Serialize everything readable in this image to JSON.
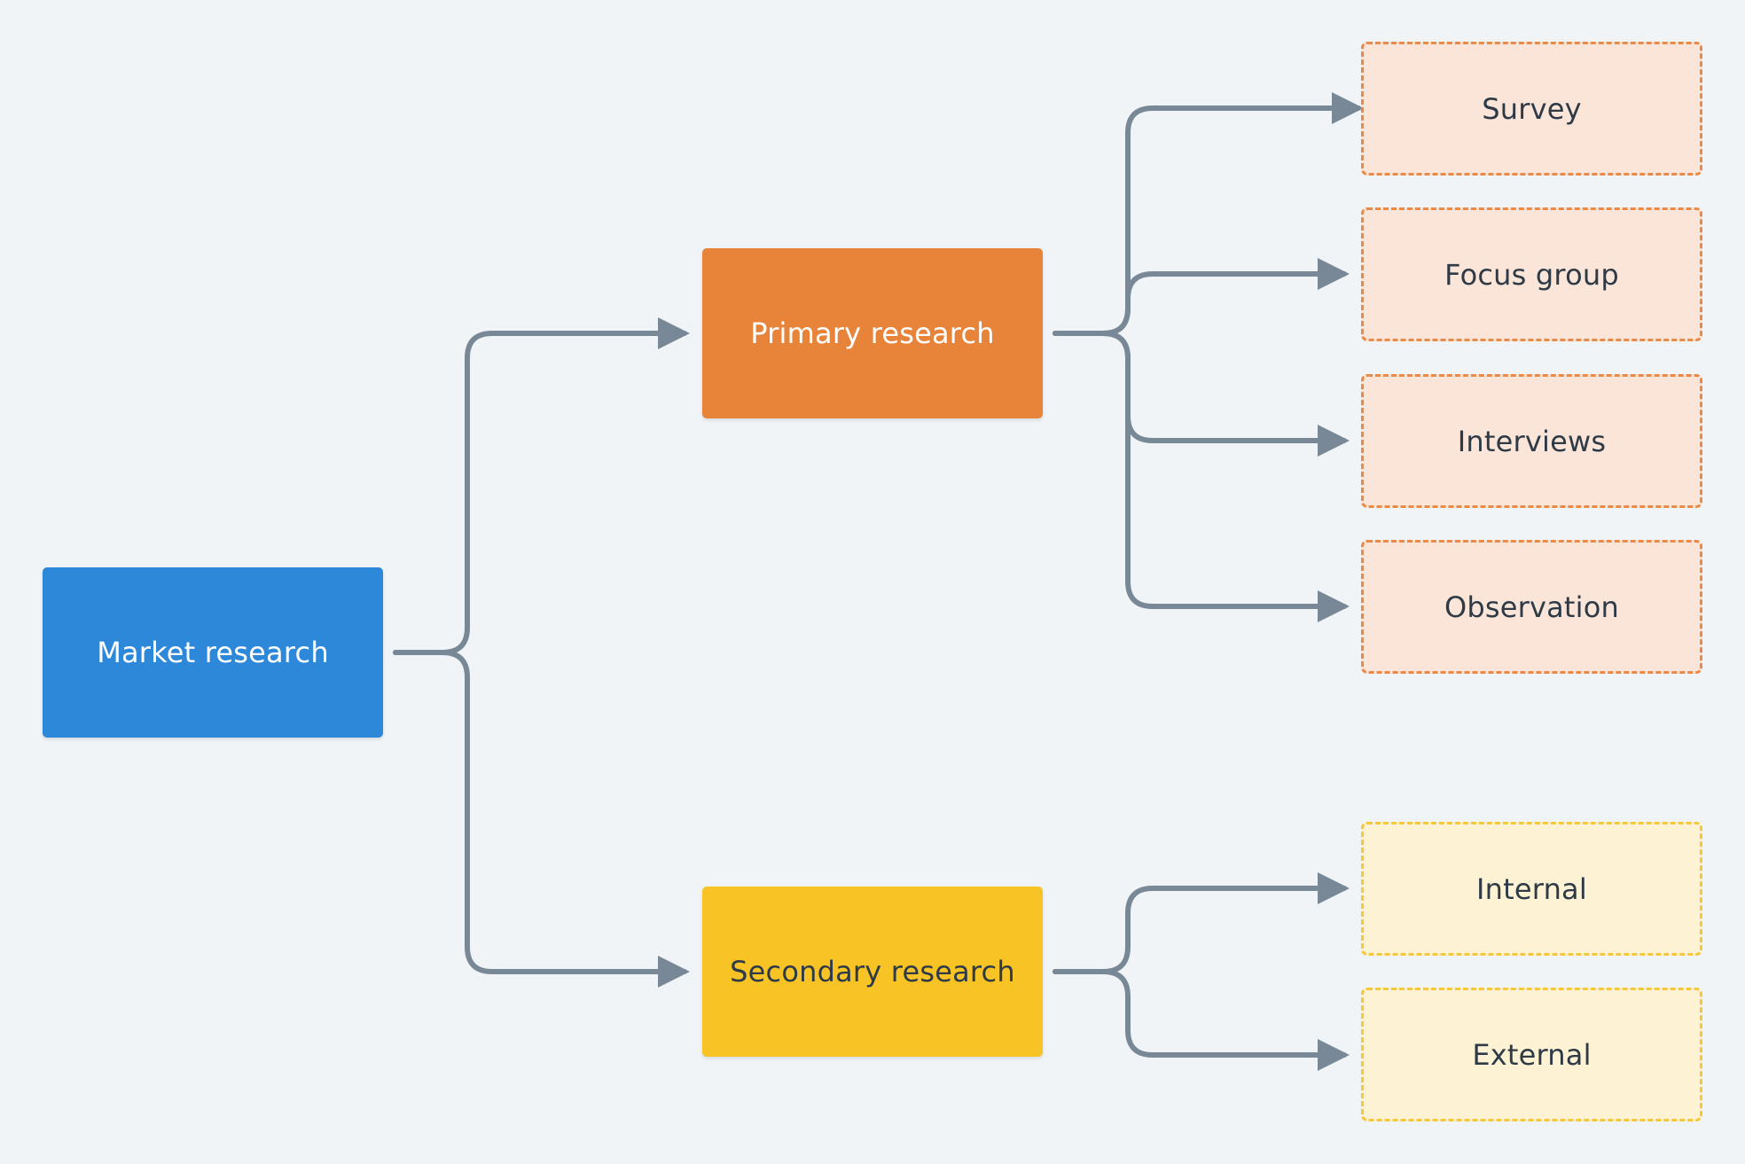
{
  "connector_color": "#788896",
  "root": {
    "label": "Market research",
    "color": "#2d88d9"
  },
  "branches": [
    {
      "label": "Primary research",
      "color": "#e8833a",
      "leaf_fill": "#fbe5d8",
      "leaf_border": "#ea8a48",
      "children": [
        "Survey",
        "Focus group",
        "Interviews",
        "Observation"
      ]
    },
    {
      "label": "Secondary research",
      "color": "#f7c325",
      "leaf_fill": "#fdf3d4",
      "leaf_border": "#f5c83a",
      "children": [
        "Internal",
        "External"
      ]
    }
  ]
}
